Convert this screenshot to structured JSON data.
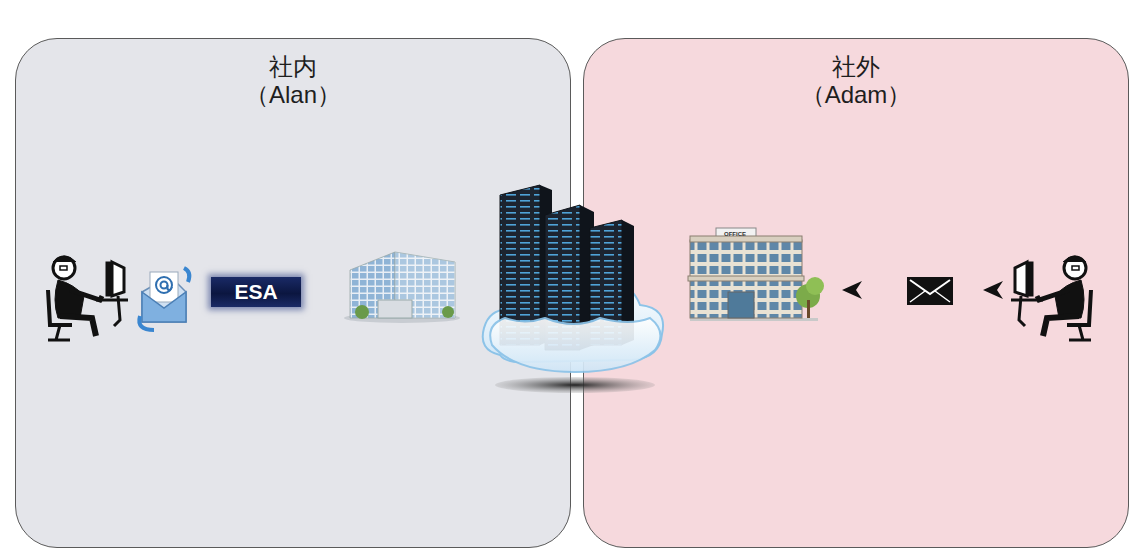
{
  "diagram": {
    "nodes": [
      {
        "text": [
          "社内 （Alan）"
        ]
      },
      {
        "text": [
          "ESA"
        ],
        "in": 0
      },
      {
        "text": [
          "社外 （Adam）"
        ]
      }
    ],
    "labels": [
      "OFFICE"
    ]
  }
}
